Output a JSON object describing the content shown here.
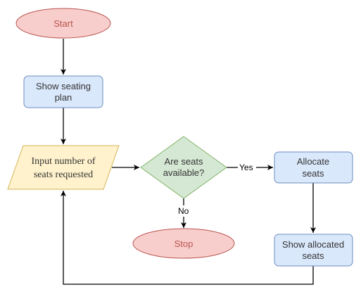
{
  "nodes": {
    "start": "Start",
    "show_plan_1": "Show seating",
    "show_plan_2": "plan",
    "input_1": "Input number of",
    "input_2": "seats requested",
    "decision_1": "Are seats",
    "decision_2": "available?",
    "allocate_1": "Allocate",
    "allocate_2": "seats",
    "show_alloc_1": "Show allocated",
    "show_alloc_2": "seats",
    "stop": "Stop"
  },
  "edges": {
    "yes": "Yes",
    "no": "No"
  },
  "colors": {
    "terminal_fill": "#f8cecc",
    "terminal_stroke": "#b85450",
    "terminal_text": "#b85450",
    "process_fill": "#dae8fc",
    "process_stroke": "#6c8ebf",
    "io_fill": "#fff2cc",
    "io_stroke": "#d6b656",
    "decision_fill": "#d5e8d4",
    "decision_stroke": "#82b366",
    "text": "#333333",
    "edge": "#000000"
  }
}
